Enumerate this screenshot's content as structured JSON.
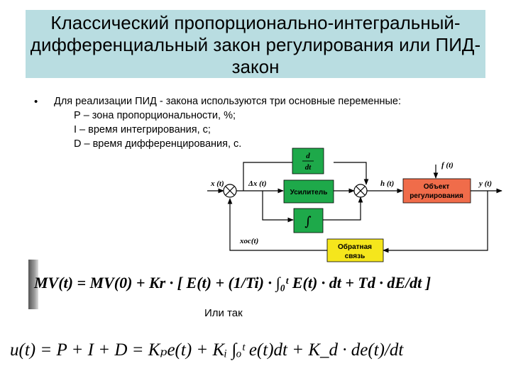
{
  "title": "Классический пропорционально-интегральный-дифференциальный закон регулирования или ПИД-закон",
  "bullet_symbol": "•",
  "intro": "Для реализации ПИД - закона используются три основные переменные:",
  "definitions": [
    "Р – зона пропорциональности, %;",
    "I – время интегрирования, с;",
    "D – время дифференцирования, с."
  ],
  "diagram": {
    "blocks": {
      "derivative": {
        "num": "d",
        "den": "dt"
      },
      "amplifier": "Усилитель",
      "integrator": "∫",
      "object_line1": "Объект",
      "object_line2": "регулирования",
      "feedback_line1": "Обратная",
      "feedback_line2": "связь"
    },
    "signals": {
      "input": "x (t)",
      "error": "Δx (t)",
      "control": "h (t)",
      "disturbance": "f (t)",
      "output": "y (t)",
      "feedback": "xос(t)"
    },
    "colors": {
      "block_green": "#1ea94a",
      "block_red": "#f06c4a",
      "block_yellow": "#f5e61c"
    }
  },
  "formula1": "MV(t) = MV(0) + Kr · [ E(t) + (1/Ti) · ∫₀ᵗ E(t) · dt + Td · dE/dt ]",
  "separator": "Или так",
  "formula2": "u(t) = P + I + D = Kₚe(t) + Kᵢ ∫ₒᵗ e(t)dt + K_d · de(t)/dt"
}
